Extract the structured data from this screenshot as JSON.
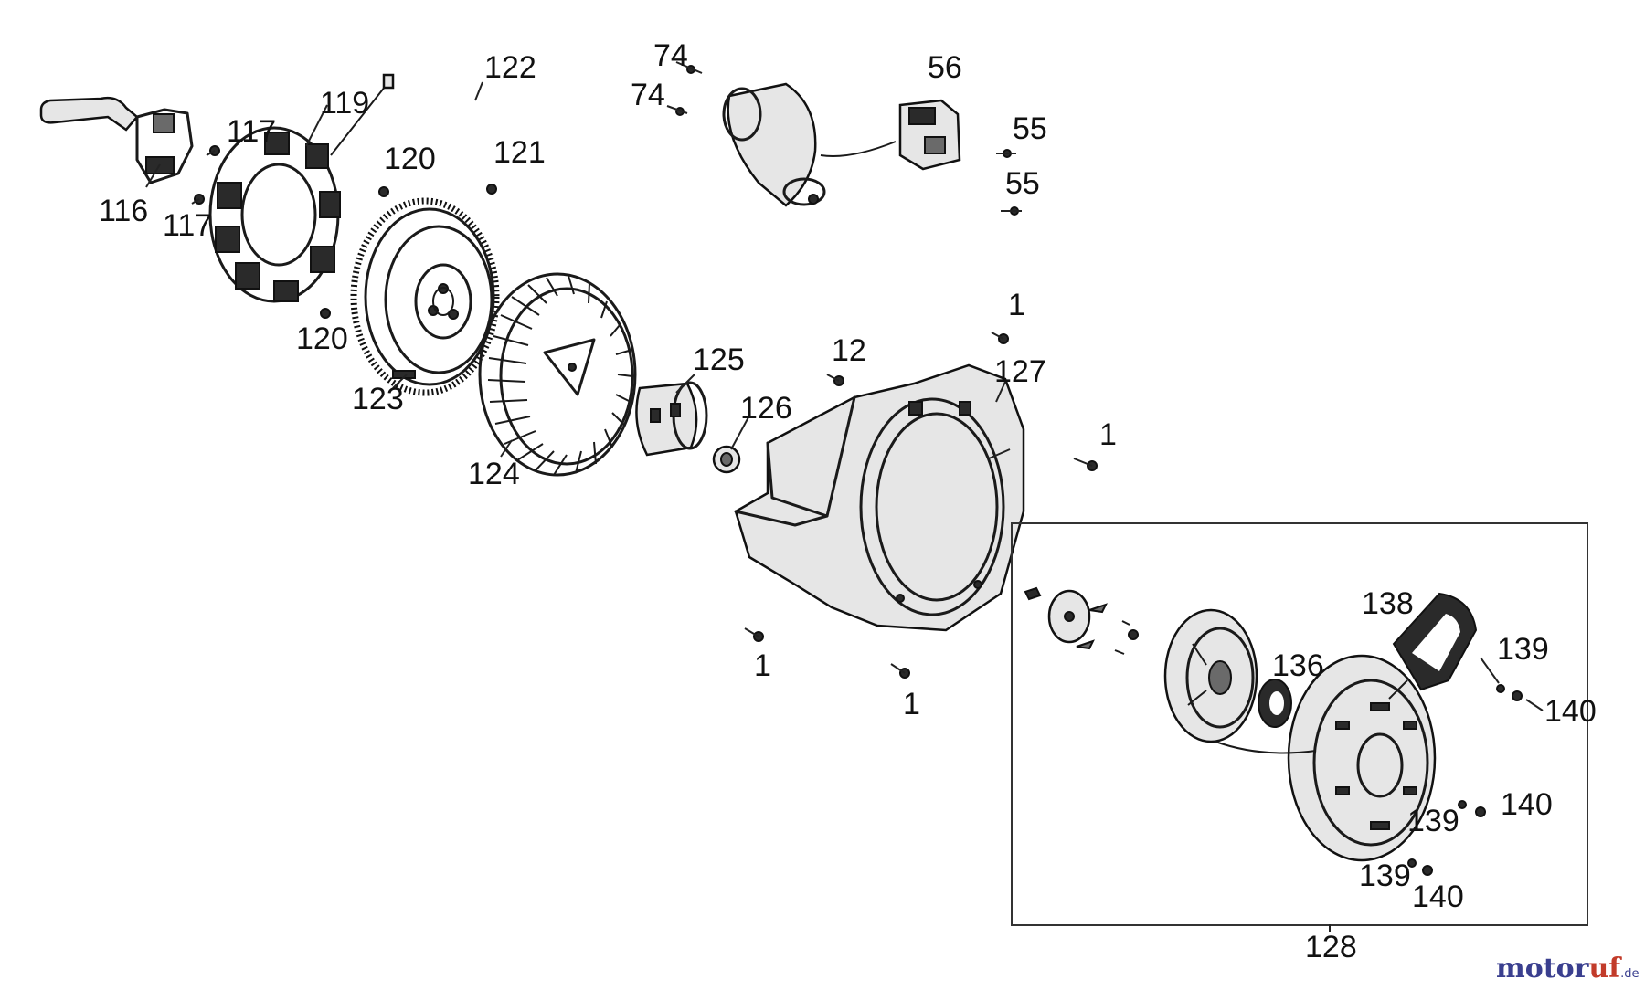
{
  "labels": {
    "l116": "116",
    "l117a": "117",
    "l117b": "117",
    "l119": "119",
    "l120a": "120",
    "l120b": "120",
    "l121": "121",
    "l122": "122",
    "l123": "123",
    "l124": "124",
    "l125": "125",
    "l126": "126",
    "l127": "127",
    "l128": "128",
    "l12": "12",
    "l1a": "1",
    "l1b": "1",
    "l1c": "1",
    "l1d": "1",
    "l74a": "74",
    "l74b": "74",
    "l56": "56",
    "l55a": "55",
    "l55b": "55",
    "l136": "136",
    "l138": "138",
    "l139a": "139",
    "l139b": "139",
    "l139c": "139",
    "l140a": "140",
    "l140b": "140",
    "l140c": "140"
  },
  "watermark": {
    "part1": "motor",
    "part2": "uf",
    "suffix": ".de"
  }
}
